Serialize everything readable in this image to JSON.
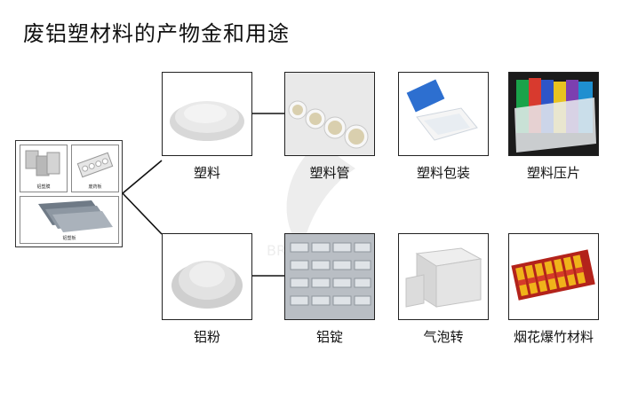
{
  "title": "废铝塑材料的产物金和用途",
  "source": {
    "labels": [
      "铝塑膜",
      "废药板",
      "铝塑板"
    ]
  },
  "row1": {
    "hub_label": "塑料",
    "products": [
      "塑料管",
      "塑料包装",
      "塑料压片"
    ]
  },
  "row2": {
    "hub_label": "铝粉",
    "products": [
      "铝锭",
      "气泡转",
      "烟花爆竹材料"
    ]
  }
}
